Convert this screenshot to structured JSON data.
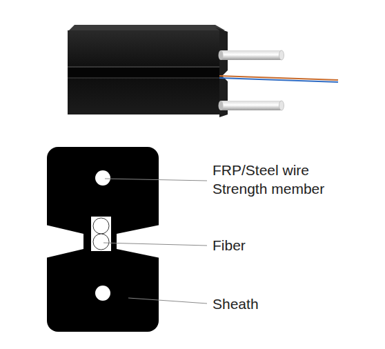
{
  "diagram": {
    "labels": [
      "FRP/Steel wire Strength member",
      "Fiber",
      "Sheath"
    ]
  }
}
